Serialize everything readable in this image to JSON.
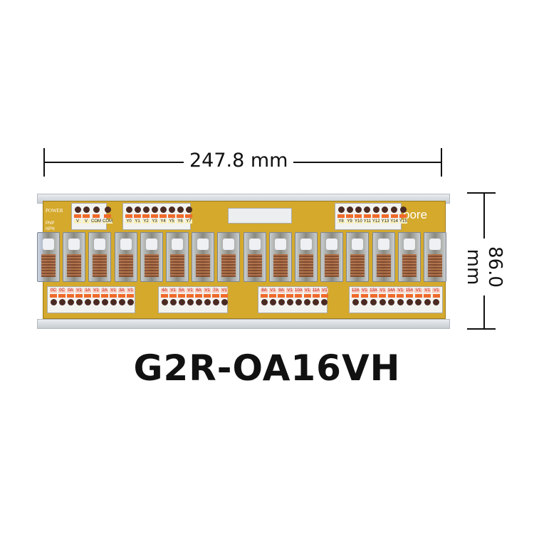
{
  "dimensions": {
    "width": "247.8 mm",
    "height": "86.0 mm"
  },
  "model": "G2R-OA16VH",
  "board": {
    "logo": "bore",
    "power_label": "POWER",
    "mode_labels": [
      "PNP",
      "NPN"
    ],
    "top_blocks": [
      [
        "V",
        "V",
        "COM",
        "COM"
      ],
      [
        "Y0",
        "Y1",
        "Y2",
        "Y3",
        "Y4",
        "Y5",
        "Y6",
        "Y7"
      ],
      [
        "Y8",
        "Y9",
        "Y10",
        "Y11",
        "Y12",
        "Y13",
        "Y14",
        "Y15"
      ]
    ],
    "bottom_blocks": [
      [
        "0C",
        "0C",
        "0A",
        "V1",
        "1A",
        "V1",
        "2A",
        "V1",
        "3A",
        "V1"
      ],
      [
        "4A",
        "V1",
        "5A",
        "V1",
        "6A",
        "V1",
        "7A",
        "V1"
      ],
      [
        "8A",
        "V1",
        "9A",
        "V1",
        "10A",
        "V1",
        "11A",
        "V1"
      ],
      [
        "12A",
        "V1",
        "13A",
        "V1",
        "14A",
        "V1",
        "15A",
        "V1",
        "V1",
        "V1"
      ]
    ],
    "relay_count": 16
  }
}
